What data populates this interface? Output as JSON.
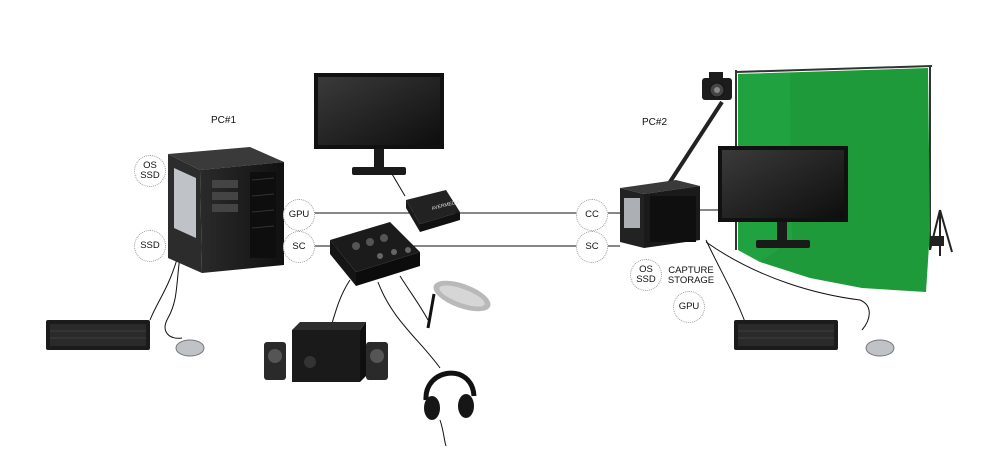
{
  "pc1": {
    "title": "PC#1",
    "badges": {
      "os": "OS",
      "ssd1": "SSD",
      "ssd2": "SSD",
      "gpu": "GPU",
      "sc": "SC"
    }
  },
  "pc2": {
    "title": "PC#2",
    "badges": {
      "cc": "CC",
      "sc": "SC",
      "os": "OS",
      "ssd": "SSD",
      "gpu": "GPU"
    },
    "capture_storage": "CAPTURE STORAGE"
  },
  "capture_device_text": "AVERMEDIA",
  "colors": {
    "green_screen": "#1e9a3a",
    "device": "#1b1b1b",
    "screen": "#2a2a2a",
    "cable": "#111111"
  }
}
